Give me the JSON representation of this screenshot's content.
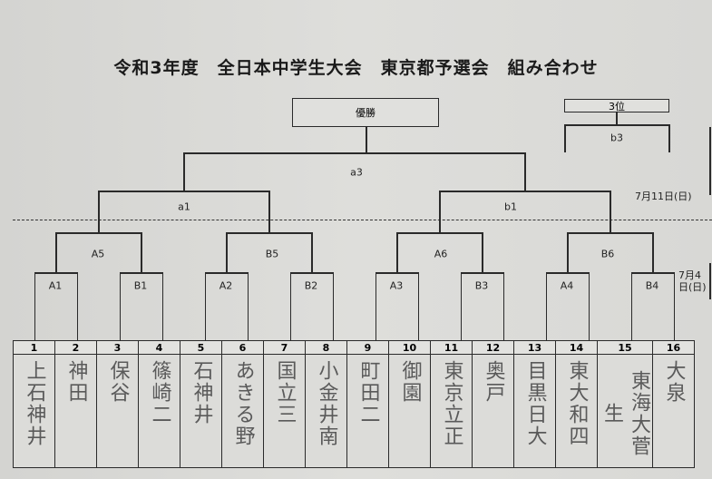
{
  "title": "令和3年度　全日本中学生大会　東京都予選会　組み合わせ",
  "final": {
    "winner_label": "優勝",
    "label": "a3"
  },
  "third_place": {
    "label": "3位",
    "match": "b3"
  },
  "semis": [
    "a1",
    "b1"
  ],
  "quarters": [
    "A5",
    "B5",
    "A6",
    "B6"
  ],
  "first_round": [
    "A1",
    "B1",
    "A2",
    "B2",
    "A3",
    "B3",
    "A4",
    "B4"
  ],
  "dates": {
    "day2": "7月11日(日)",
    "day1_line1": "7月4",
    "day1_line2": "日(日)"
  },
  "teams": [
    {
      "no": "1",
      "name": "上石神井"
    },
    {
      "no": "2",
      "name": "神田"
    },
    {
      "no": "3",
      "name": "保谷"
    },
    {
      "no": "4",
      "name": "篠崎二"
    },
    {
      "no": "5",
      "name": "石神井"
    },
    {
      "no": "6",
      "name": "あきる野"
    },
    {
      "no": "7",
      "name": "国立三"
    },
    {
      "no": "8",
      "name": "小金井南"
    },
    {
      "no": "9",
      "name": "町田二"
    },
    {
      "no": "10",
      "name": "御園"
    },
    {
      "no": "11",
      "name": "東京立正"
    },
    {
      "no": "12",
      "name": "奥戸"
    },
    {
      "no": "13",
      "name": "目黒日大"
    },
    {
      "no": "14",
      "name": "東大和四"
    },
    {
      "no": "15",
      "name": "東海大菅生"
    },
    {
      "no": "16",
      "name": "大泉"
    }
  ]
}
